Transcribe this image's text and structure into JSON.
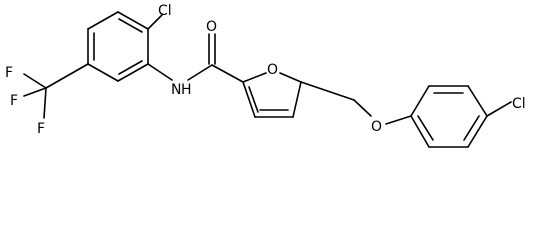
{
  "molecule": {
    "atoms": {
      "cl_top": "Cl",
      "f1": "F",
      "f2": "F",
      "f3": "F",
      "nh": "N",
      "h": "H",
      "o_carbonyl": "O",
      "o_furan": "O",
      "o_ether": "O",
      "cl_right": "Cl"
    }
  }
}
